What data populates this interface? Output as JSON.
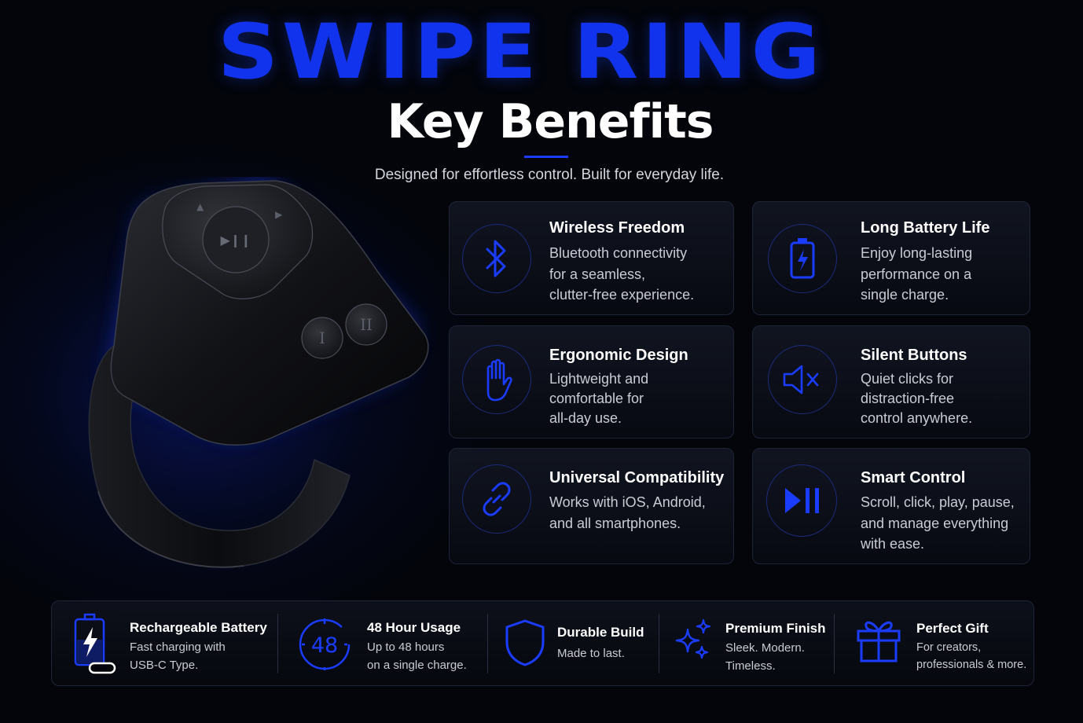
{
  "header": {
    "brand": "SWIPE RING",
    "title": "Key Benefits",
    "tagline": "Designed for effortless control. Built for everyday life."
  },
  "colors": {
    "accent": "#1a3cff",
    "background": "#03050b",
    "card_border": "#1d2436",
    "text_primary": "#ffffff",
    "text_secondary": "#c9ccd4"
  },
  "benefits": [
    {
      "title": "Wireless Freedom",
      "lines": [
        "Bluetooth connectivity",
        "for a seamless,",
        "clutter-free experience."
      ],
      "icon": "bluetooth-icon"
    },
    {
      "title": "Long Battery Life",
      "lines": [
        "Enjoy long-lasting",
        "performance on a",
        "single charge."
      ],
      "icon": "battery-icon"
    },
    {
      "title": "Ergonomic Design",
      "lines": [
        "Lightweight and",
        "comfortable for",
        "all-day use."
      ],
      "icon": "hand-icon"
    },
    {
      "title": "Silent Buttons",
      "lines": [
        "Quiet clicks for",
        "distraction-free",
        "control anywhere."
      ],
      "icon": "speaker-mute-icon"
    },
    {
      "title": "Universal Compatibility",
      "lines": [
        "Works with iOS, Android,",
        "and all smartphones."
      ],
      "icon": "link-icon"
    },
    {
      "title": "Smart Control",
      "lines": [
        "Scroll, click, play, pause,",
        "and manage everything",
        "with ease."
      ],
      "icon": "play-pause-icon"
    }
  ],
  "features": [
    {
      "title": "Rechargeable Battery",
      "lines": [
        "Fast charging with",
        "USB-C Type."
      ],
      "icon": "battery-usb-c-icon"
    },
    {
      "title": "48 Hour Usage",
      "lines": [
        "Up to 48 hours",
        "on a single charge."
      ],
      "icon": "clock-48-icon",
      "badge": "48"
    },
    {
      "title": "Durable Build",
      "lines": [
        "Made to last."
      ],
      "icon": "shield-icon"
    },
    {
      "title": "Premium Finish",
      "lines": [
        "Sleek. Modern.",
        "Timeless."
      ],
      "icon": "sparkle-icon"
    },
    {
      "title": "Perfect Gift",
      "lines": [
        "For creators,",
        "professionals & more."
      ],
      "icon": "gift-icon"
    }
  ]
}
